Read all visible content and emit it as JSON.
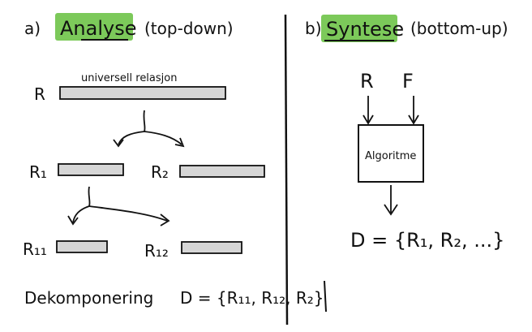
{
  "left": {
    "marker": "a)",
    "title": "Analyse",
    "subtitle": "(top-down)",
    "universal_label": "universell relasjon",
    "relation_r": "R",
    "relation_r1": "R₁",
    "relation_r2": "R₂",
    "relation_r11": "R₁₁",
    "relation_r12": "R₁₂",
    "decomposition_label": "Dekomponering",
    "decomposition_formula": "D = {R₁₁, R₁₂, R₂}"
  },
  "right": {
    "marker": "b)",
    "title": "Syntese",
    "subtitle": "(bottom-up)",
    "input_r": "R",
    "input_f": "F",
    "algorithm_label": "Algoritme",
    "result_formula": "D = {R₁, R₂, ...}"
  },
  "colors": {
    "highlight": "#7cc95a",
    "bar_fill": "#d6d6d6",
    "ink": "#111111"
  }
}
